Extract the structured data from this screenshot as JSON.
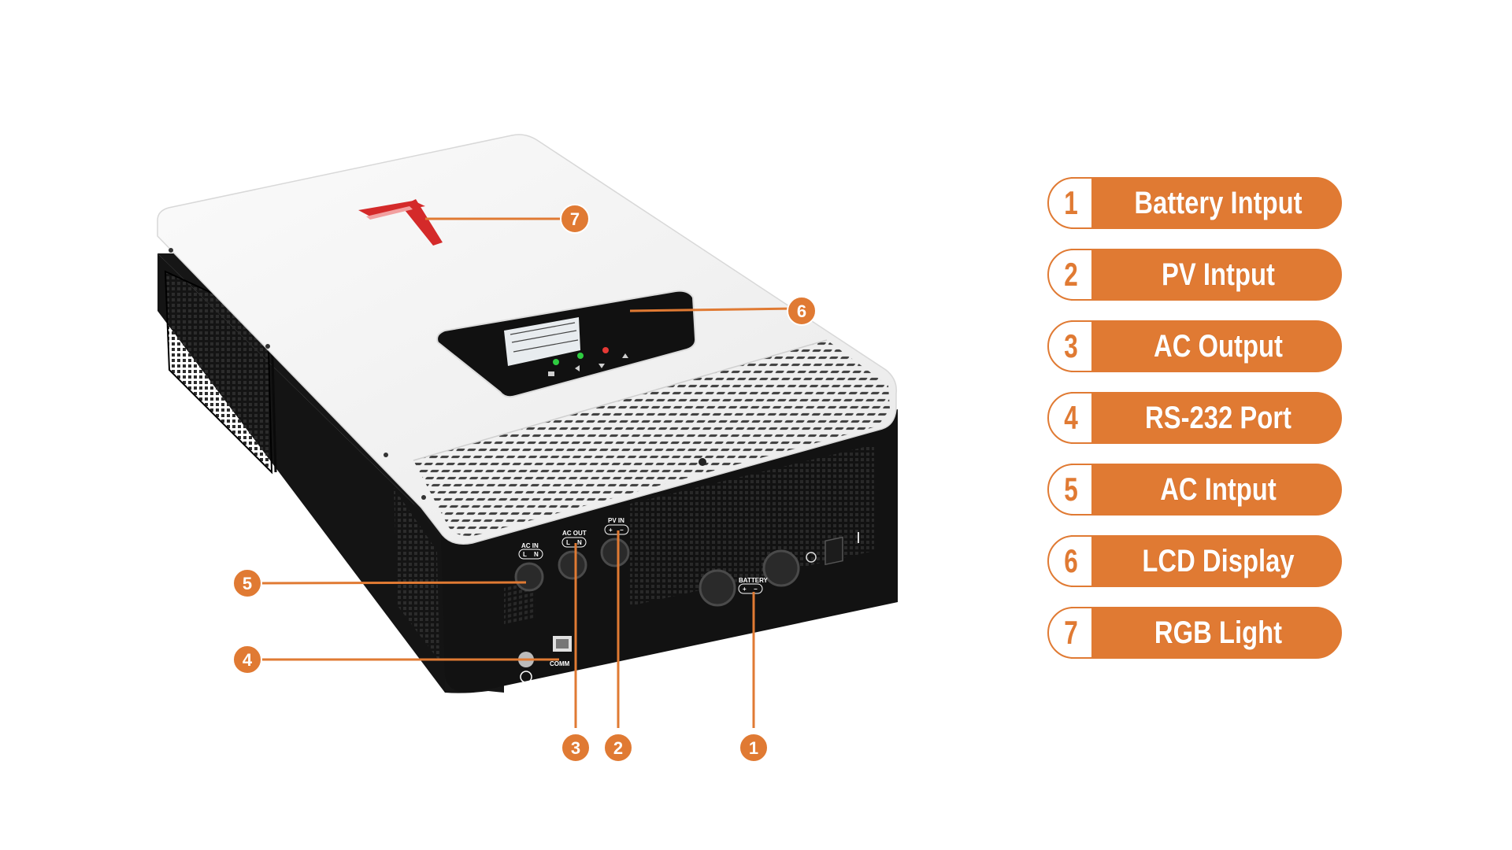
{
  "colors": {
    "accent": "#e07a33",
    "panel_white": "#f7f7f7",
    "body_black": "#161616",
    "logo_red": "#d42a2a"
  },
  "legend": [
    {
      "number": "1",
      "label": "Battery Intput"
    },
    {
      "number": "2",
      "label": "PV Intput"
    },
    {
      "number": "3",
      "label": "AC Output"
    },
    {
      "number": "4",
      "label": "RS-232 Port"
    },
    {
      "number": "5",
      "label": "AC Intput"
    },
    {
      "number": "6",
      "label": "LCD Display"
    },
    {
      "number": "7",
      "label": "RGB Light"
    }
  ],
  "device_labels": {
    "ac_in": "AC  IN",
    "ac_out": "AC  OUT",
    "pv_in": "PV  IN",
    "battery": "BATTERY",
    "comm": "COMM",
    "L": "L",
    "N": "N",
    "plus": "+",
    "minus": "−"
  }
}
